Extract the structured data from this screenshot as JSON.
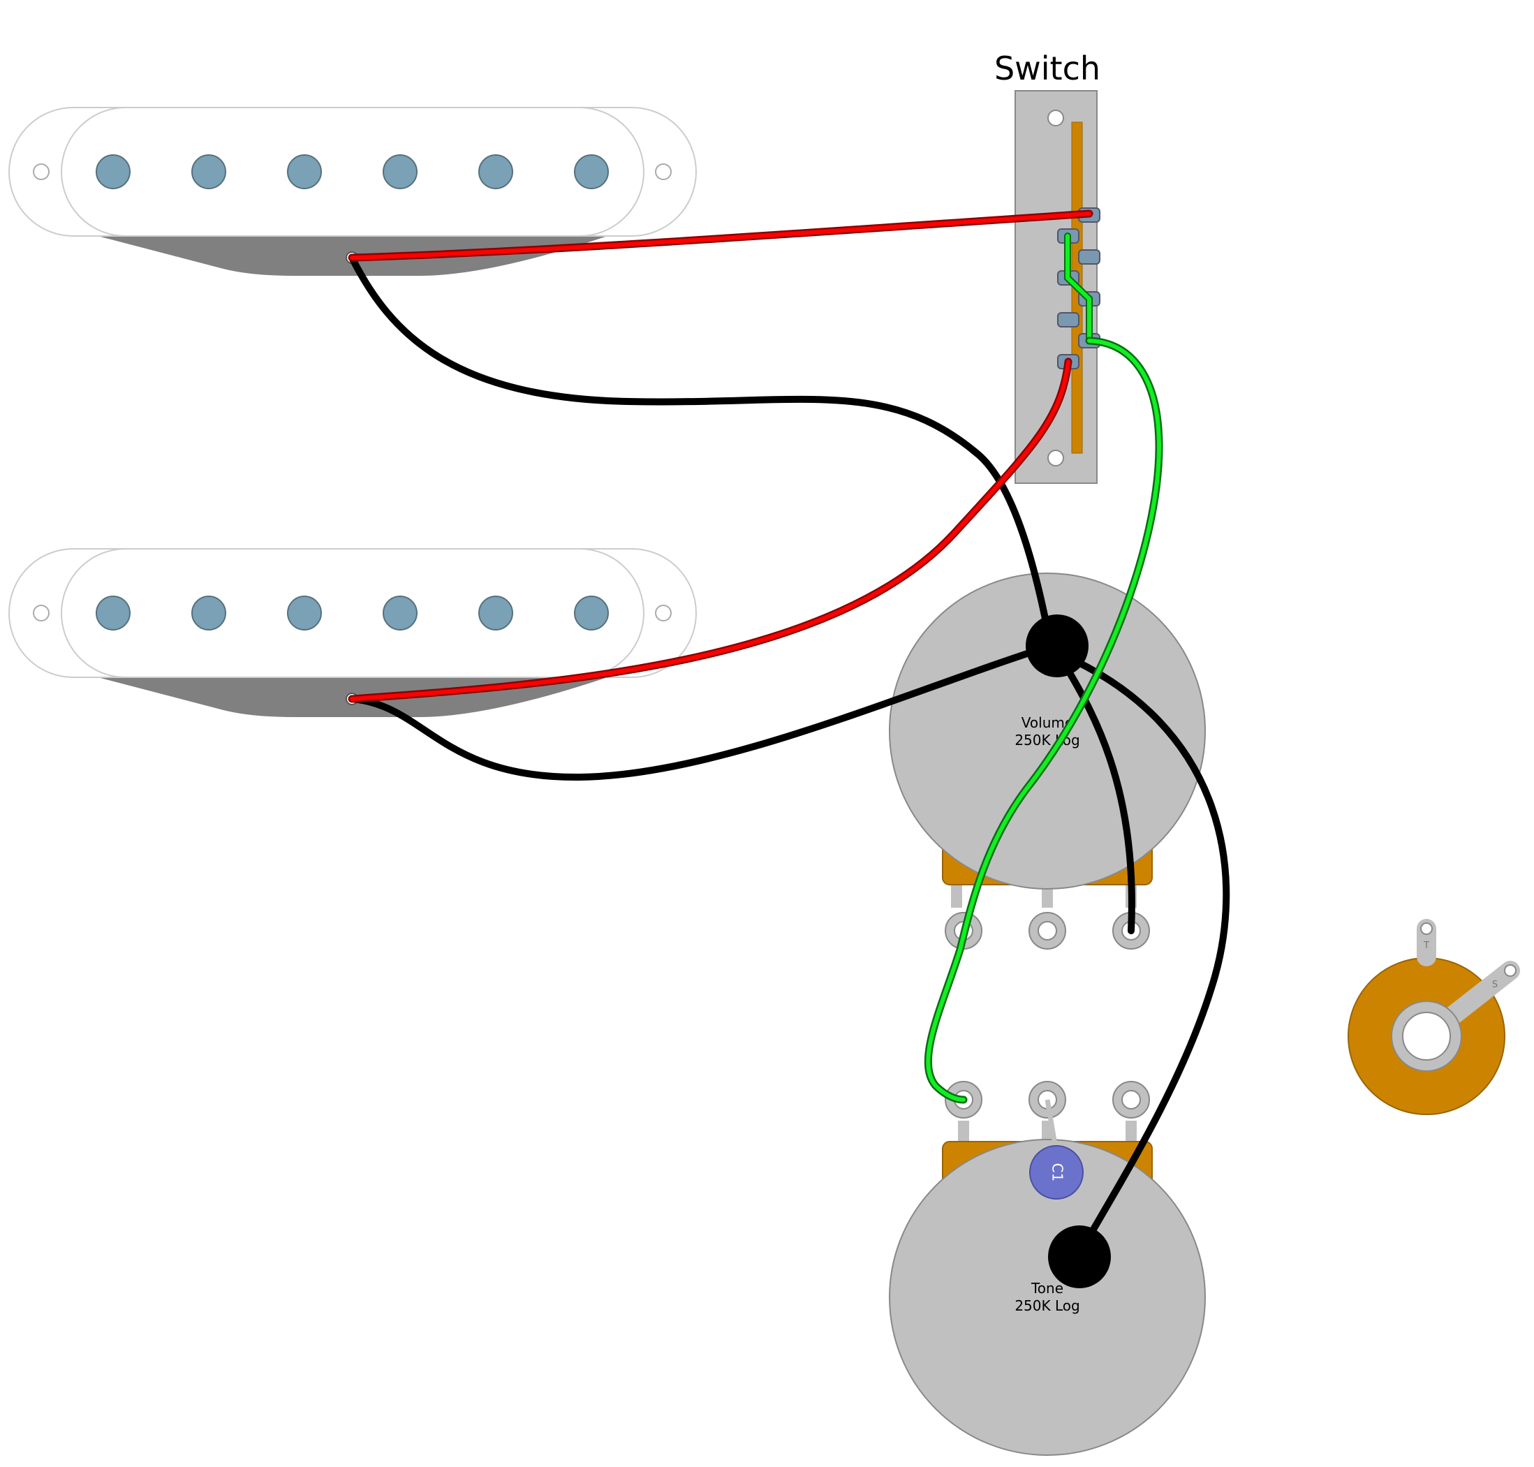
{
  "labels": {
    "switch": "Switch",
    "volume_name": "Volume",
    "volume_value": "250K Log",
    "tone_name": "Tone",
    "tone_value": "250K Log",
    "capacitor": "C1",
    "jack_tip": "T",
    "jack_sleeve": "S"
  },
  "colors": {
    "hot_wire": "#ff0000",
    "ground_wire": "#000000",
    "jumper_wire": "#11ee22",
    "pickup_cover": "#ffffff",
    "pole_piece": "#7aa1b5",
    "pot_body": "#c0c0c0",
    "pot_tab": "#cc8400",
    "capacitor": "#6b72cc",
    "switch_plate": "#c0c0c0"
  },
  "components": [
    {
      "id": "pickup-neck",
      "type": "single-coil pickup",
      "pole_pieces": 6
    },
    {
      "id": "pickup-bridge",
      "type": "single-coil pickup",
      "pole_pieces": 6
    },
    {
      "id": "switch",
      "type": "blade switch",
      "lugs": 8
    },
    {
      "id": "volume-pot",
      "type": "potentiometer",
      "lugs": 3
    },
    {
      "id": "tone-pot",
      "type": "potentiometer",
      "lugs": 3
    },
    {
      "id": "capacitor",
      "type": "capacitor"
    },
    {
      "id": "output-jack",
      "type": "mono jack",
      "lugs": 2
    }
  ]
}
